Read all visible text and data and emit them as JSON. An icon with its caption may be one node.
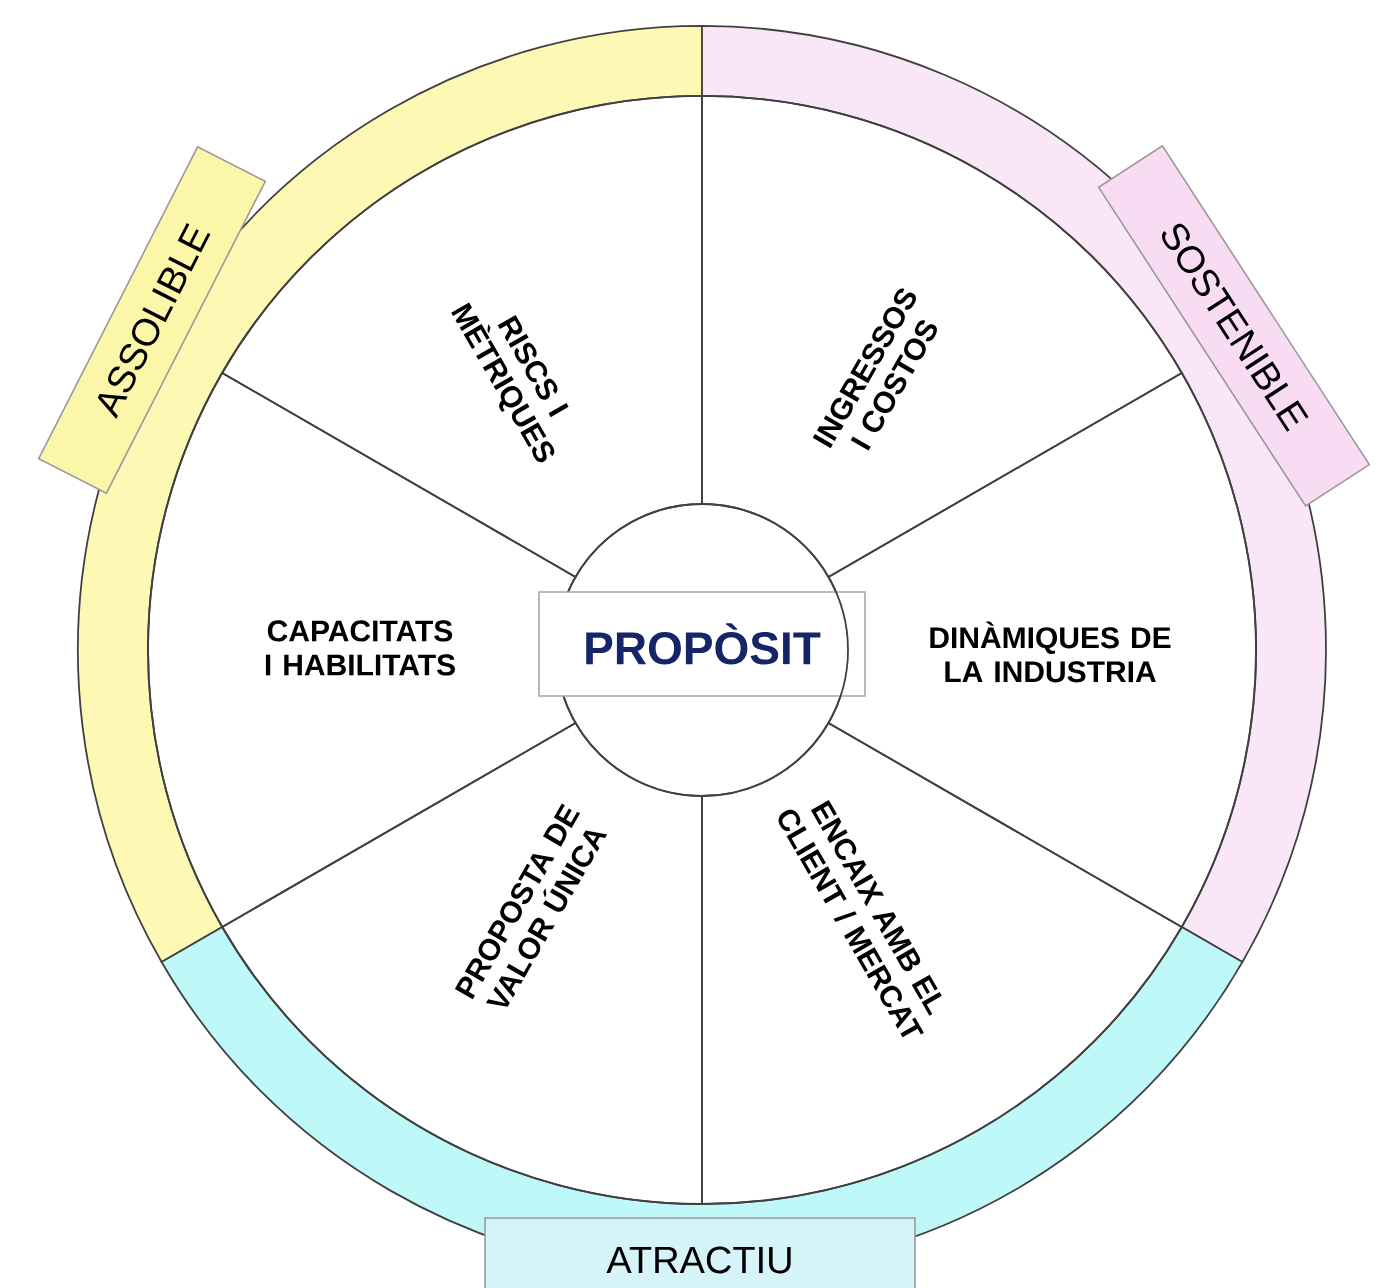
{
  "diagram": {
    "nodes": [
      {
        "text": [
          "ASSOLIBLE"
        ]
      },
      {
        "text": [
          "SOSTENIBLE"
        ]
      },
      {
        "text": [
          "RISCS I MÈTRIQUES"
        ]
      },
      {
        "text": [
          "INGRESSOS I COSTOS"
        ]
      },
      {
        "text": [
          "CAPACITATS I HABILITATS"
        ]
      },
      {
        "text": [
          "PROPÒSIT"
        ]
      },
      {
        "text": [
          "DINÀMIQUES DE LA INDUSTRIA"
        ]
      },
      {
        "text": [
          "PROPOSTA DE VALOR ÚNICA"
        ]
      },
      {
        "text": [
          "ENCAIX AMB EL CLIENT / MERCAT"
        ]
      },
      {
        "text": [
          "ATRACTIU"
        ]
      }
    ],
    "edges": []
  }
}
